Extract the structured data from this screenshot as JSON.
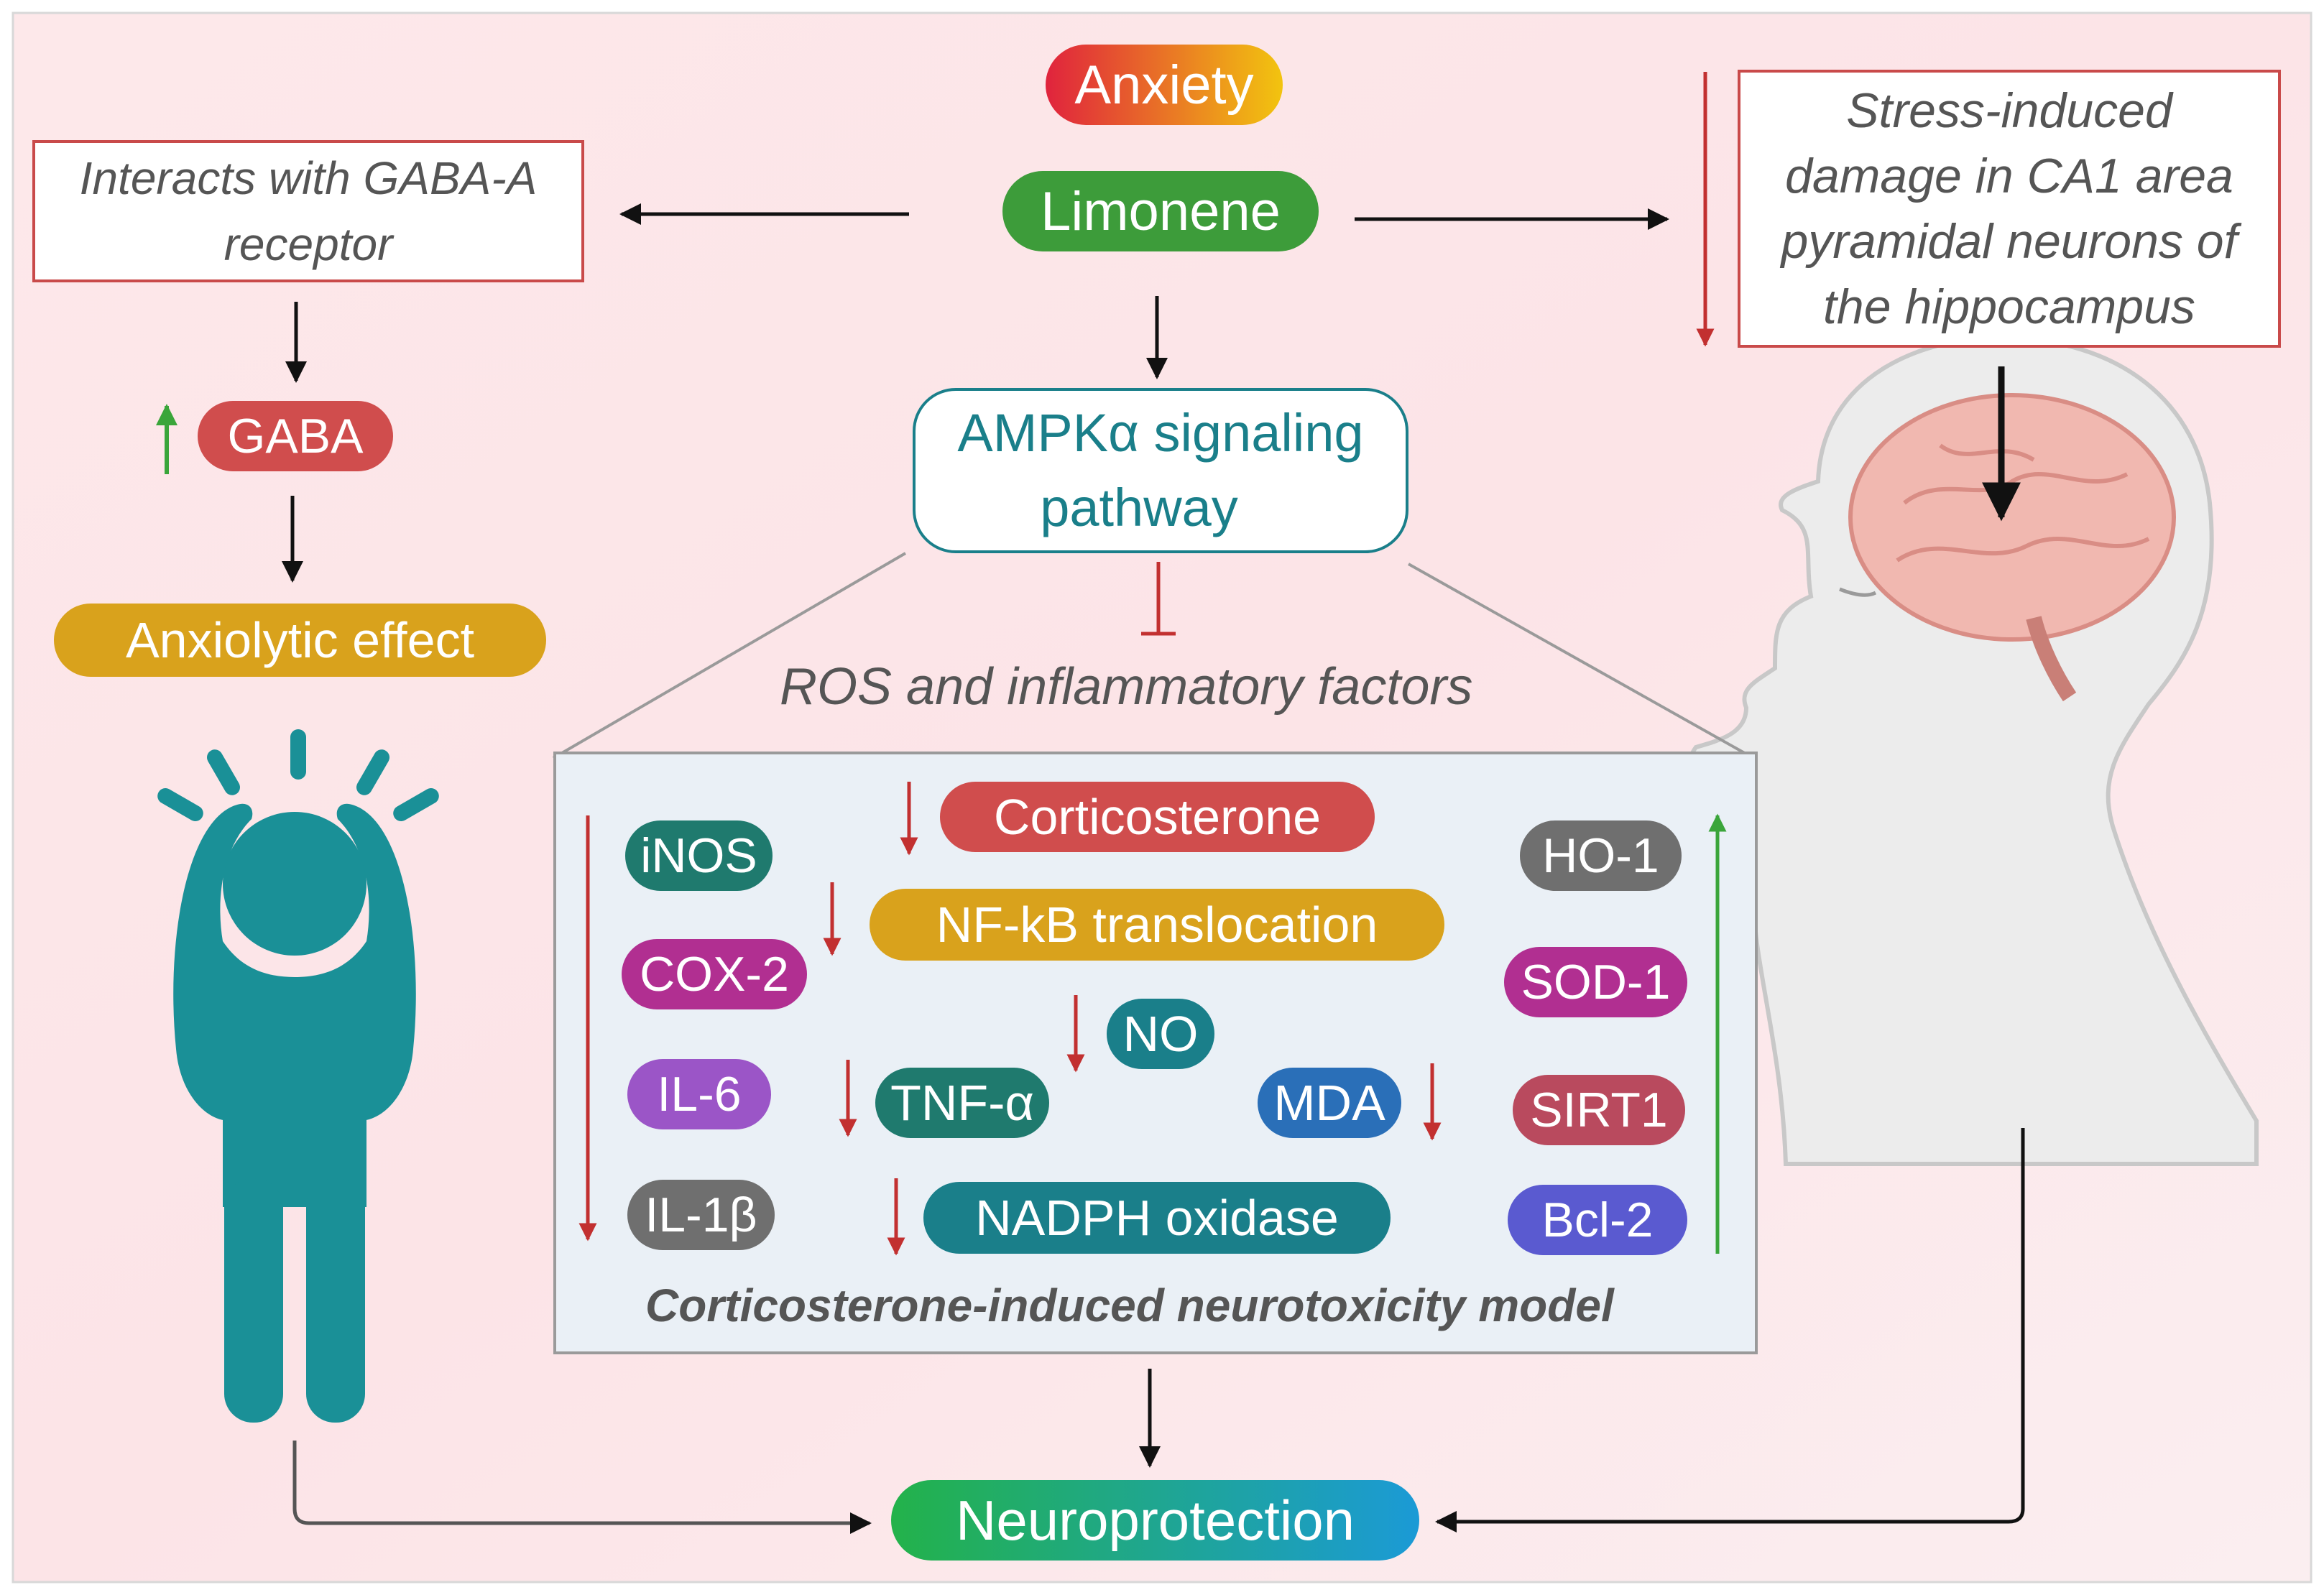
{
  "top": {
    "anxiety": "Anxiety",
    "limonene": "Limonene"
  },
  "left": {
    "gaba_receptor_line1": "Interacts with GABA-A",
    "gaba_receptor_line2": "receptor",
    "gaba": "GABA",
    "anxiolytic": "Anxiolytic effect"
  },
  "right": {
    "stress_line1": "Stress-induced",
    "stress_line2": "damage in CA1 area",
    "stress_line3": "pyramidal neurons of",
    "stress_line4": "the hippocampus"
  },
  "center": {
    "ampk_line1": "AMPKα signaling",
    "ampk_line2": "pathway",
    "ros": "ROS and inflammatory factors"
  },
  "model": {
    "caption": "Corticosterone-induced neurotoxicity model",
    "decreased_markers": {
      "inos": "iNOS",
      "cox2": "COX-2",
      "il6": "IL-6",
      "il1b": "IL-1β"
    },
    "central_factors": {
      "corticosterone": "Corticosterone",
      "nfkb": "NF-kB translocation",
      "no": "NO",
      "tnf": "TNF-α",
      "mda": "MDA",
      "nadph": "NADPH oxidase"
    },
    "increased_markers": {
      "ho1": "HO-1",
      "sod1": "SOD-1",
      "sirt1": "SIRT1",
      "bcl2": "Bcl-2"
    }
  },
  "bottom": {
    "neuroprotection": "Neuroprotection"
  },
  "colors": {
    "anxiety_gradient": [
      "#e0233d",
      "#f2c40f"
    ],
    "limonene": "#3d9c3a",
    "teal": "#1a7f8a",
    "mustard": "#d9a21c",
    "gaba": "#d04d4d",
    "decrease_arrow": "#c23030",
    "increase_arrow": "#3aa53a",
    "figure": "#1a9097",
    "neuroprotection_gradient": [
      "#23b24a",
      "#1b9ad6"
    ]
  },
  "icons": [
    "anxious-person-icon",
    "human-head-brain-icon",
    "up-arrow-icon",
    "down-arrow-icon",
    "inhibition-icon"
  ]
}
